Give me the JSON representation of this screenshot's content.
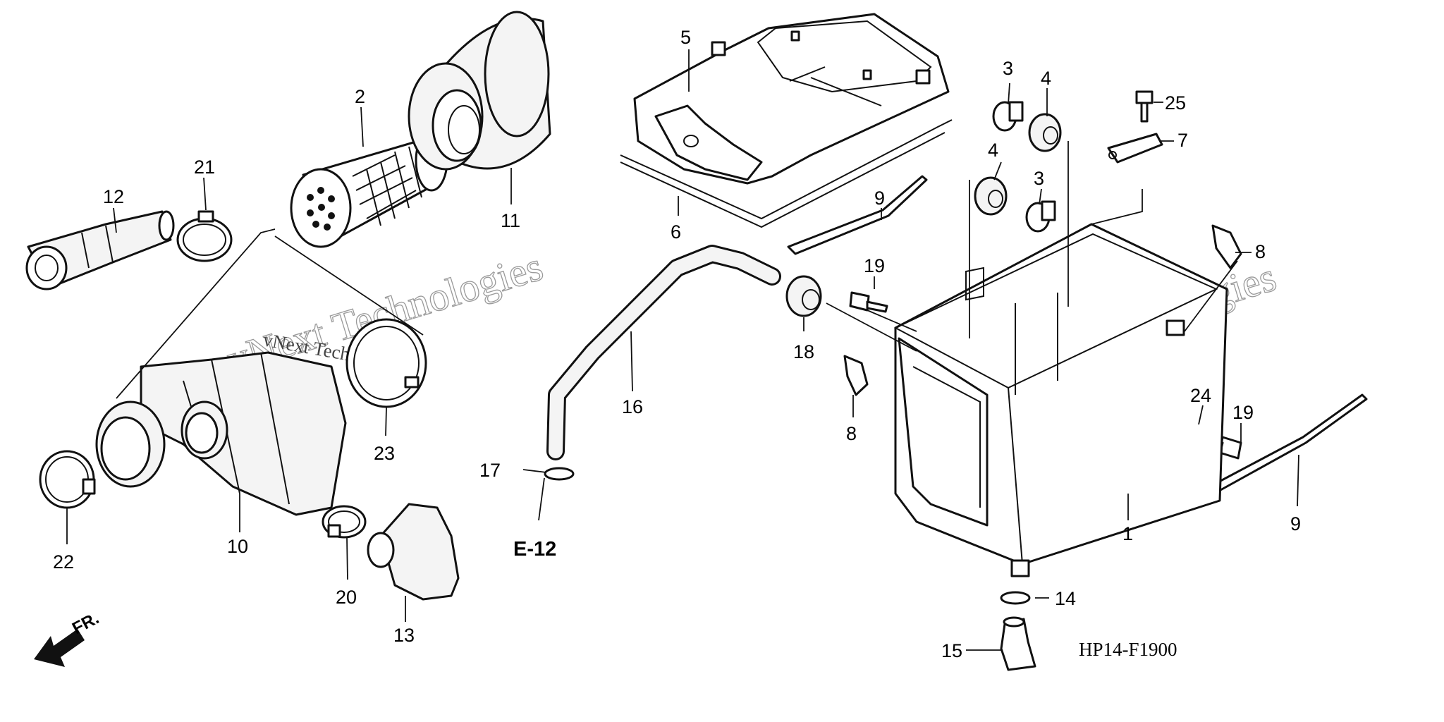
{
  "diagram_code": "HP14-F1900",
  "reference_label": "E-12",
  "direction_label": "FR.",
  "watermark_text": "vNext Technologies",
  "callouts": {
    "c1": "1",
    "c2": "2",
    "c3a": "3",
    "c3b": "3",
    "c4a": "4",
    "c4b": "4",
    "c5": "5",
    "c6": "6",
    "c7": "7",
    "c8a": "8",
    "c8b": "8",
    "c9a": "9",
    "c9b": "9",
    "c10": "10",
    "c11": "11",
    "c12": "12",
    "c13": "13",
    "c14": "14",
    "c15": "15",
    "c16": "16",
    "c17": "17",
    "c18": "18",
    "c19a": "19",
    "c19b": "19",
    "c20": "20",
    "c21": "21",
    "c22": "22",
    "c23": "23",
    "c24": "24",
    "c25": "25"
  }
}
